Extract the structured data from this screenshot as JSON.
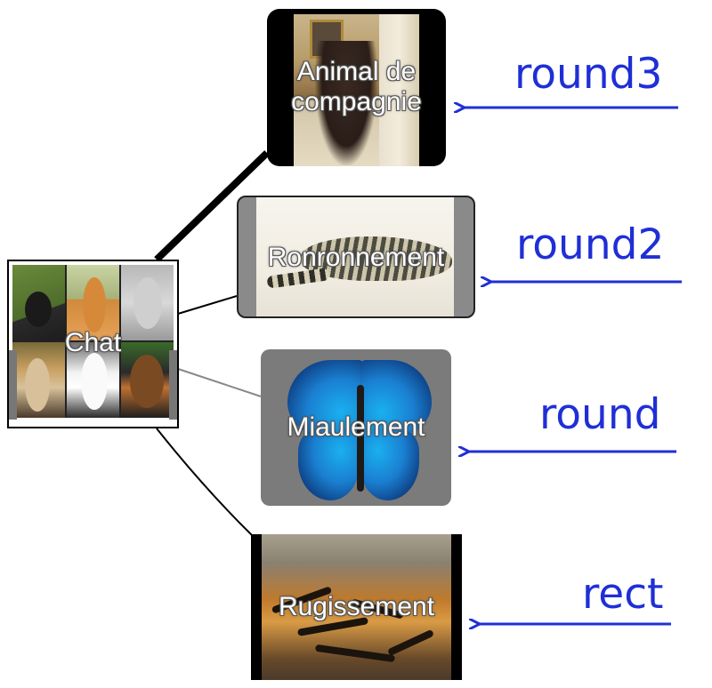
{
  "root": {
    "label": "Chat",
    "image": "cat-photo-grid"
  },
  "nodes": [
    {
      "label": "Animal de compagnie",
      "style": "round3",
      "image": "woman-in-interior-painting"
    },
    {
      "label": "Ronronnement",
      "style": "round2",
      "image": "civet-engraving"
    },
    {
      "label": "Miaulement",
      "style": "round",
      "image": "blue-butterfly"
    },
    {
      "label": "Rugissement",
      "style": "rect",
      "image": "tiger-photo"
    }
  ],
  "colors": {
    "annotation": "#1f2fd6",
    "edge_round3": "#000000",
    "edge_round2": "#000000",
    "edge_round": "#888888",
    "edge_rect": "#000000"
  }
}
